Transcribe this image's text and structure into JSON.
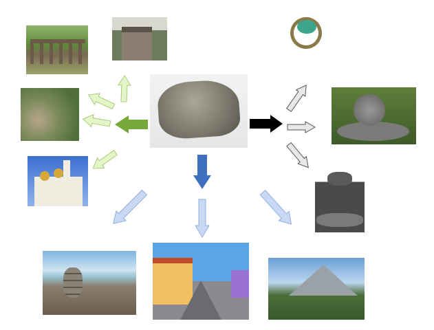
{
  "colors": {
    "green_arrow": "#77a83a",
    "light_green_arrow": "#e4f5c8",
    "black_arrow": "#000000",
    "grey_arrow": "#e8e8e8",
    "blue_arrow": "#3f6fbf",
    "light_blue_arrow": "#c9d9f4"
  },
  "icons": [
    "rock-image",
    "viaduct-image",
    "stone-house-image",
    "rock-garden-image",
    "church-image",
    "ring-image",
    "snail-sculpture-image",
    "fountain-image",
    "stone-cairn-image",
    "cobblestone-street-image",
    "mountains-image"
  ]
}
